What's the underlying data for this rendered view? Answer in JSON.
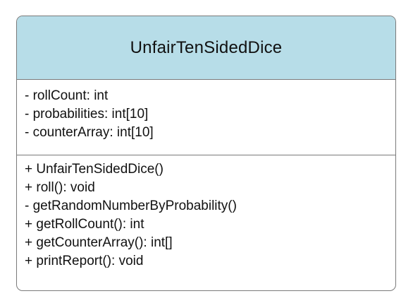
{
  "uml_class": {
    "name": "UnfairTenSidedDice",
    "header_color": "#b7dde8",
    "border_color": "#7a7a7a",
    "attributes": [
      "- rollCount: int",
      "- probabilities: int[10]",
      "- counterArray: int[10]"
    ],
    "methods": [
      "+ UnfairTenSidedDice()",
      "+ roll(): void",
      "- getRandomNumberByProbability()",
      "+ getRollCount(): int",
      "+ getCounterArray(): int[]",
      "+ printReport(): void"
    ]
  }
}
